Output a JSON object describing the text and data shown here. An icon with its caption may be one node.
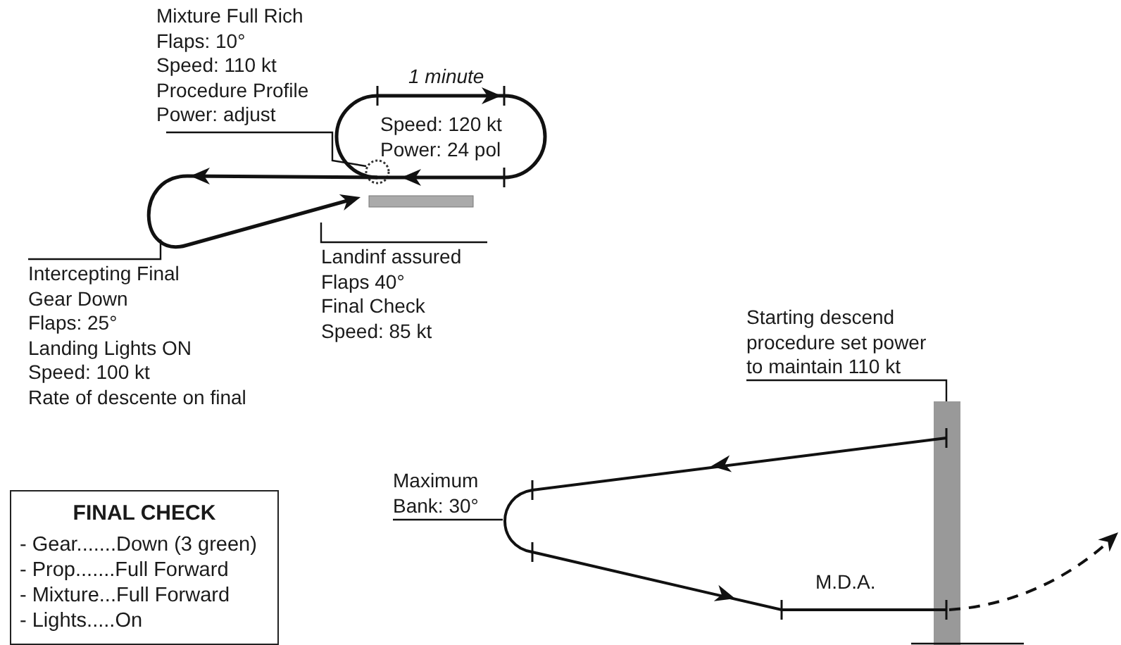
{
  "diagram": {
    "nodes": [
      {
        "text": [
          "Mixture Full Rich",
          "Flaps: 10°",
          "Speed: 110 kt",
          "Procedure Profile",
          "Power: adjust"
        ]
      },
      {
        "text": [
          "Intercepting Final",
          "Gear Down",
          "Flaps: 25°",
          "Landing Lights ON",
          "Speed: 100 kt",
          "Rate of descente on final"
        ]
      },
      {
        "text": [
          "Landinf assured",
          "Flaps 40°",
          "Final Check",
          "Speed: 85 kt"
        ]
      },
      {
        "text": [
          "Starting descend procedure set power to maintain 110 kt"
        ]
      },
      {
        "text": [
          "Maximum Bank: 30°"
        ]
      },
      {
        "text": [
          "FINAL CHECK",
          "- Gear.......Down (3 green)",
          "- Prop.......Full Forward",
          "- Mixture...Full Forward",
          "- Lights.....On"
        ]
      },
      {
        "text": [],
        "shape": "bar"
      },
      {
        "text": [],
        "shape": "circle"
      }
    ],
    "edges": [
      {
        "from": 0,
        "to": 7,
        "arrow": "none"
      },
      {
        "from": 1,
        "to": null,
        "arrow": "none"
      },
      {
        "from": 2,
        "to": null,
        "arrow": "none"
      },
      {
        "from": 3,
        "to": 6,
        "arrow": "none"
      },
      {
        "from": 4,
        "to": null,
        "arrow": "none"
      }
    ],
    "labels": [
      "1 minute",
      "Speed: 120 kt",
      "Power: 24 pol",
      "M.D.A."
    ]
  }
}
